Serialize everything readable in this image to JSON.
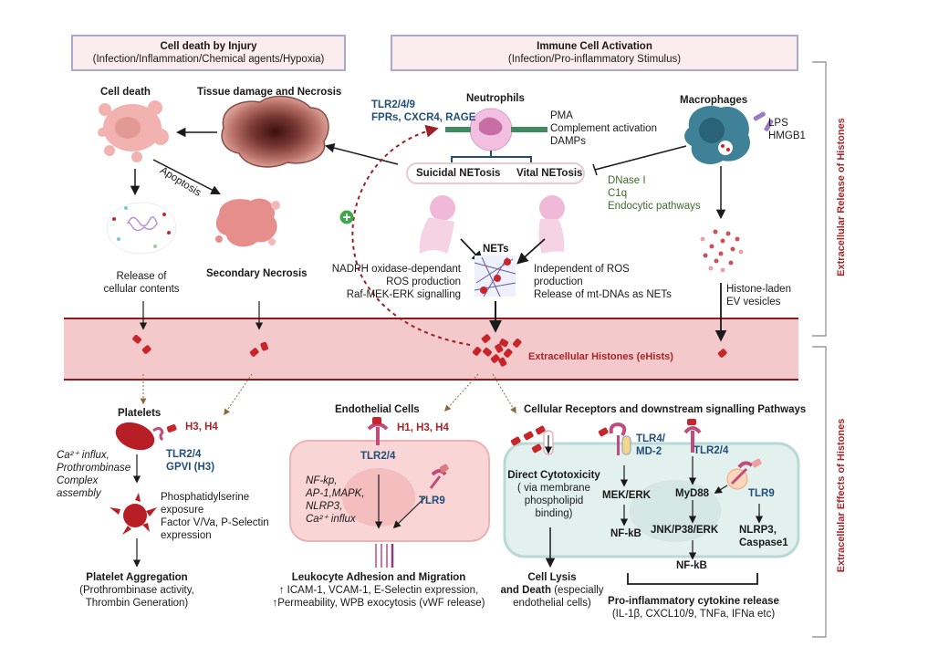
{
  "headers": {
    "injury": {
      "title": "Cell death by Injury",
      "subtitle": "(Infection/Inflammation/Chemical agents/Hypoxia)"
    },
    "immune": {
      "title": "Immune Cell Activation",
      "subtitle": "(Infection/Pro-inflammatory Stimulus)"
    }
  },
  "side_labels": {
    "release": "Extracellular Release of Histones",
    "effects": "Extracellular Effects of Histones"
  },
  "injury": {
    "cell_death": "Cell death",
    "tissue_damage": "Tissue damage and Necrosis",
    "apoptosis": "Apoptosis",
    "release_line1": "Release of",
    "release_line2": "cellular contents",
    "secondary_necrosis": "Secondary Necrosis"
  },
  "immune": {
    "receptors_line1": "TLR2/4/9",
    "receptors_line2": "FPRs, CXCR4, RAGE",
    "neutrophils": "Neutrophils",
    "stimuli": [
      "PMA",
      "Complement activation",
      "DAMPs"
    ],
    "suicidal": "Suicidal NETosis",
    "vital": "Vital NETosis",
    "macrophages": "Macrophages",
    "macro_stimuli": [
      "LPS",
      "HMGB1"
    ],
    "inhibitors": [
      "DNase I",
      "C1q",
      "Endocytic pathways"
    ],
    "nets": "NETs",
    "suicidal_mech": [
      "NADPH oxidase-dependant",
      "ROS production",
      "Raf-MEK-ERK signalling"
    ],
    "vital_mech": [
      "Independent of ROS",
      "production",
      "Release of mt-DNAs as NETs"
    ],
    "ev_line1": "Histone-laden",
    "ev_line2": "EV vesicles",
    "plus_icon": "+"
  },
  "band": {
    "label": "Extracellular Histones (eHists)"
  },
  "platelets": {
    "title": "Platelets",
    "histones": "H3, H4",
    "receptors_line1": "TLR2/4",
    "receptors_line2": "GPVI (H3)",
    "side_note": [
      "Ca²⁺ influx,",
      "Prothrombinase",
      "Complex",
      "assembly"
    ],
    "effects": [
      "Phosphatidylserine",
      "exposure",
      "Factor V/Va, P-Selectin",
      "expression"
    ],
    "outcome_title": "Platelet Aggregation",
    "outcome_lines": [
      "(Prothrombinase activity,",
      "Thrombin Generation)"
    ]
  },
  "endothelial": {
    "title": "Endothelial Cells",
    "histones": "H1, H3, H4",
    "tlr24": "TLR2/4",
    "tlr9": "TLR9",
    "pathways": [
      "NF-kp,",
      "AP-1,MAPK,",
      "NLRP3,",
      "Ca²⁺ influx"
    ],
    "outcome_title": "Leukocyte Adhesion and Migration",
    "outcome_lines": [
      "↑ ICAM-1, VCAM-1, E-Selectin expression,",
      "↑Permeability, WPB exocytosis (vWF release)"
    ]
  },
  "receptors": {
    "title": "Cellular Receptors and downstream signalling Pathways",
    "direct_title": "Direct Cytotoxicity",
    "direct_lines": [
      "( via membrane",
      "phospholipid",
      "binding)"
    ],
    "tlr4md2_line1": "TLR4/",
    "tlr4md2_line2": "MD-2",
    "tlr24": "TLR2/4",
    "tlr9": "TLR9",
    "mekerk": "MEK/ERK",
    "nfkb1": "NF-kB",
    "myd88": "MyD88",
    "jnk": "JNK/P38/ERK",
    "nfkb2": "NF-kB",
    "nlrp3_line1": "NLRP3,",
    "nlrp3_line2": "Caspase1",
    "lysis_line1": "Cell Lysis",
    "lysis_line2_bold": "and Death",
    "lysis_line2_rest": " (especially",
    "lysis_line3": "endothelial cells)",
    "cytokine_title": "Pro-inflammatory cytokine release",
    "cytokine_list": "(IL-1β, CXCL10/9, TNFa, IFNa etc)"
  },
  "colors": {
    "histone_red": "#c8252b",
    "band_fill": "#f3c9cb",
    "band_border": "#8b1a1f",
    "header_fill": "#fbeced",
    "header_border": "#a9a9c9",
    "receptor_blue": "#1f4e79",
    "inhibitor_green": "#3f6b2e",
    "cell_teal": "#e3f1ee"
  }
}
